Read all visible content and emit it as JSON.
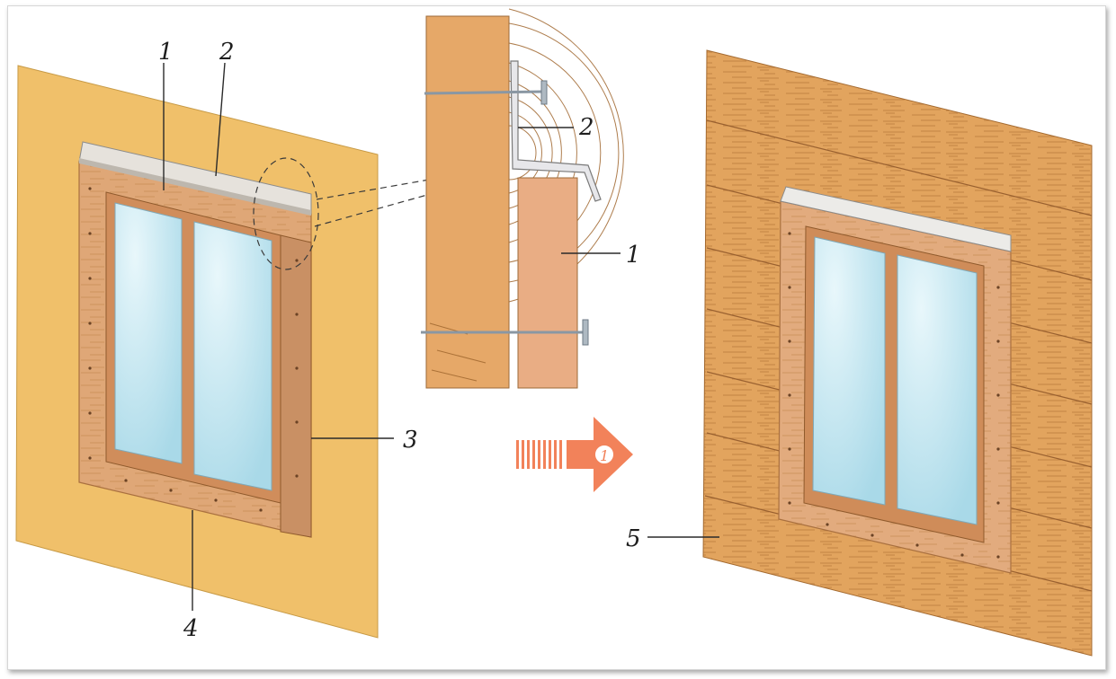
{
  "callouts": {
    "left_frame": "1",
    "left_drip_cap": "2",
    "left_side_casing": "3",
    "left_bottom_casing": "4",
    "section_drip_cap": "2",
    "section_frame": "1",
    "right_siding": "5"
  },
  "arrow_badge": "1",
  "colors": {
    "sheathing": "#f0c06a",
    "casing": "#e0a978",
    "glass": "#bfe4ef",
    "siding": "#e2a45e",
    "arrow": "#f2825a"
  }
}
